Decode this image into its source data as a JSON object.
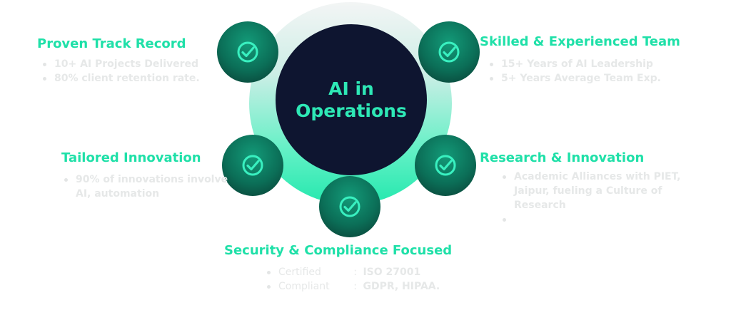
{
  "center": {
    "title": "AI in\nOperations"
  },
  "features": {
    "proven": {
      "title": "Proven Track Record",
      "bullets": [
        "10+ AI Projects Delivered",
        "80% client retention rate."
      ]
    },
    "skilled": {
      "title": "Skilled & Experienced Team",
      "bullets": [
        "15+ Years of AI Leadership",
        "5+ Years Average Team Exp."
      ]
    },
    "tailored": {
      "title": "Tailored Innovation",
      "bullets": [
        "90% of innovations involve AI, automation"
      ]
    },
    "research": {
      "title": "Research & Innovation",
      "bullets": [
        "Academic Alliances with PIET, Jaipur, fueling a Culture of Research"
      ]
    },
    "security": {
      "title": "Security & Compliance Focused",
      "items": [
        {
          "label": "Certified",
          "sep": ":",
          "value": "ISO 27001"
        },
        {
          "label": "Compliant",
          "sep": ":",
          "value": "GDPR, HIPAA."
        }
      ]
    }
  },
  "colors": {
    "accent": "#1fe0a8",
    "center_bg": "#0e1530",
    "badge": "#0b6e57",
    "bullet_text": "#e6e8e8"
  },
  "icons": {
    "badge_icon": "check-circle-icon"
  }
}
